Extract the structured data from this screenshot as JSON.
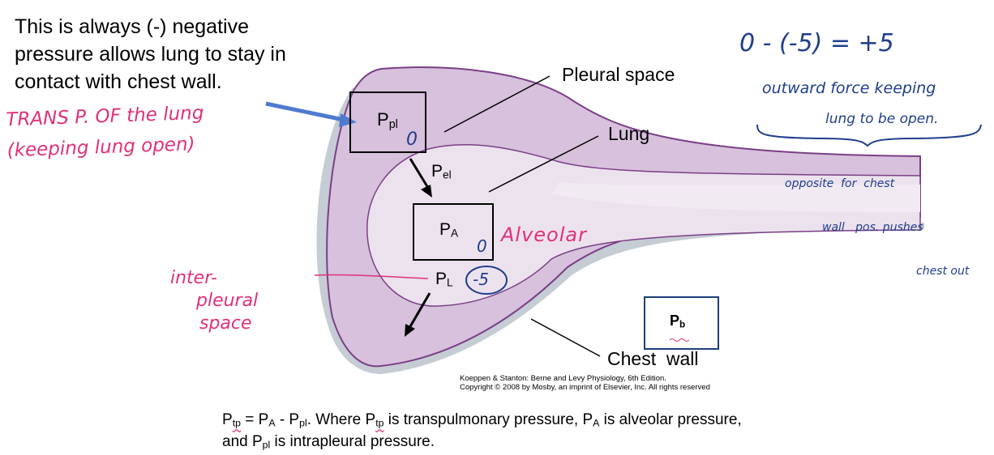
{
  "note": {
    "line1": "This is always (-) negative",
    "line2": "pressure allows lung to stay in",
    "line3": "contact with chest wall."
  },
  "labels": {
    "pleural_space": "Pleural space",
    "lung": "Lung",
    "chest_wall": "Chest  wall",
    "ppl_main": "P",
    "ppl_sub": "pl",
    "pel_main": "P",
    "pel_sub": "el",
    "pa_main": "P",
    "pa_sub": "A",
    "pl_main": "P",
    "pl_sub": "L",
    "pb_main": "P",
    "pb_sub": "b"
  },
  "handwriting": {
    "trans_line1": "TRANS P. OF the lung",
    "trans_line2": "(keeping lung open)",
    "ppl_value": "0",
    "pa_value": "0",
    "alveolar": "Alveolar",
    "pl_value": "-5",
    "inter_line1": "inter-",
    "inter_line2": "pleural",
    "inter_line3": "space",
    "eq": "0 - (-5) = +5",
    "outward_line1": "outward force keeping",
    "outward_line2": "lung to be open.",
    "opposite_line1": "opposite  for  chest",
    "opposite_line2": "wall   pos. pushes",
    "opposite_line3": "chest out"
  },
  "credit": {
    "line1": "Koeppen & Stanton: Berne and Levy Physiology, 6th Edition.",
    "line2": "Copyright © 2008 by Mosby, an imprint of Elsevier, Inc. All rights reserved"
  },
  "formula": {
    "p1": "P",
    "s1": "tp",
    "p2": " = P",
    "s2": "A",
    "p3": " - P",
    "s3": "pl",
    "p4": ". Where P",
    "s4": "tp",
    "p5": " is transpulmonary pressure, P",
    "s5": "A",
    "p6": " is alveolar pressure,",
    "p7": "and P",
    "s7": "pl",
    "p8": " is intrapleural pressure."
  },
  "colors": {
    "outer_fill": "#d7c1dc",
    "outer_stroke": "#7a3f86",
    "lung_fill": "#ece2ee",
    "pink_ink": "#e0317a",
    "blue_ink": "#1f3e8c",
    "arrow_blue": "#4f7ad0"
  }
}
